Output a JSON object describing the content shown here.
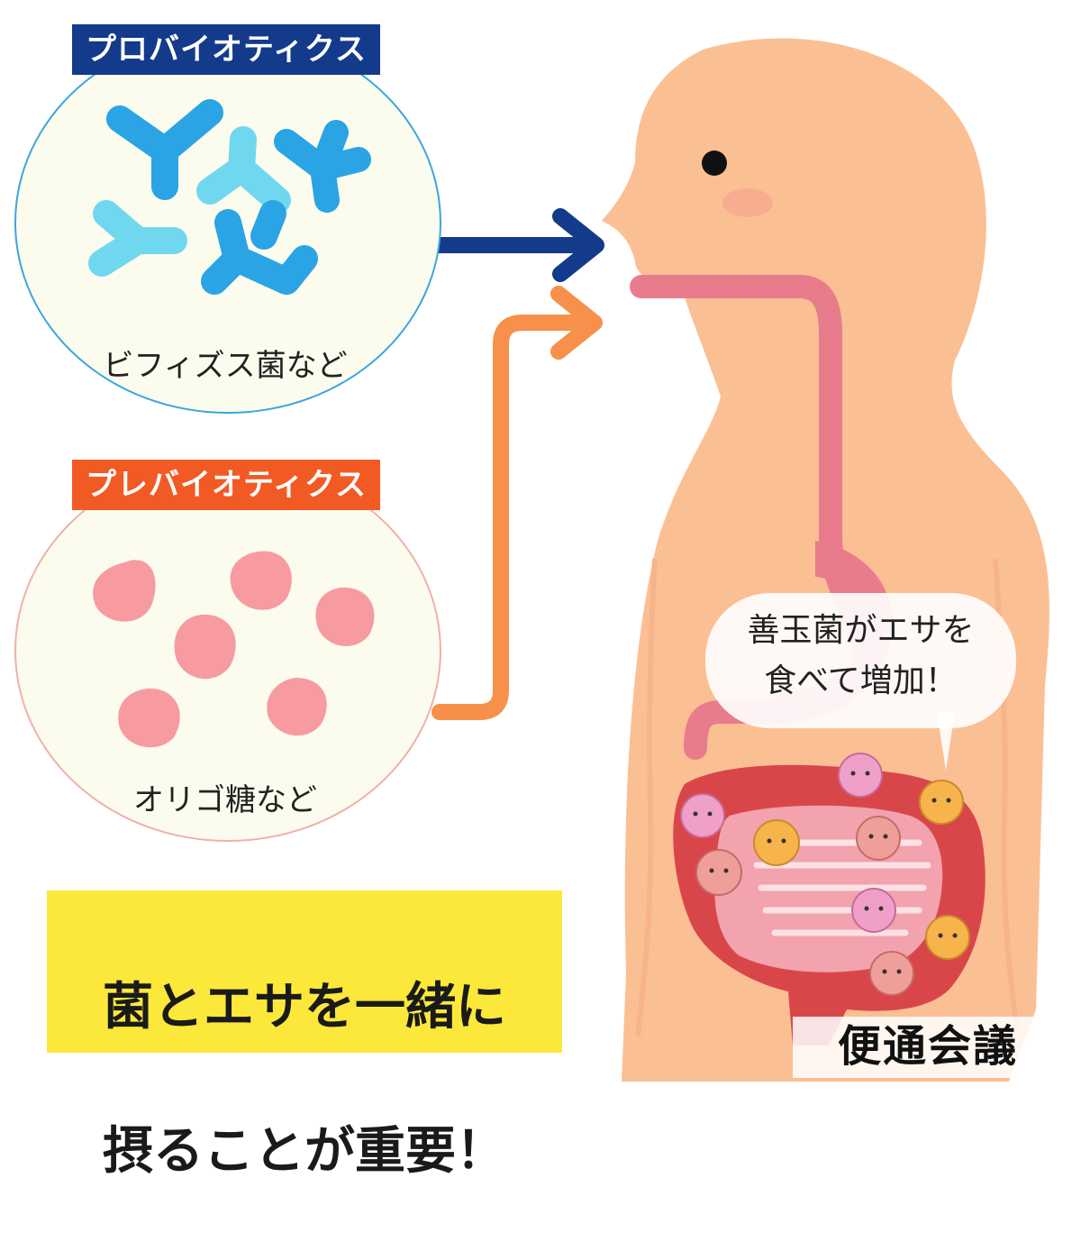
{
  "probiotics": {
    "tag": "プロバイオティクス",
    "caption": "ビフィズス菌など",
    "tag_color": "#143a8c",
    "border_color": "#3aa6df",
    "bacteria_colors": [
      "#2aa4e4",
      "#6fd8ee"
    ],
    "icon": "bifidobacteria-icon"
  },
  "prebiotics": {
    "tag": "プレバイオティクス",
    "caption": "オリゴ糖など",
    "tag_color": "#f25a24",
    "border_color": "#f0b0ac",
    "blob_color": "#f79ba1",
    "icon": "oligosaccharide-icon"
  },
  "arrows": {
    "probiotics_color": "#143a8c",
    "prebiotics_color": "#f7904a"
  },
  "speech_bubble": {
    "line1": "善玉菌がエサを",
    "line2": "食べて増加！"
  },
  "message": {
    "line1": "菌とエサを一緒に",
    "line2": "摂ることが重要！",
    "background": "#fce83a"
  },
  "brand": {
    "name": "便通会議"
  },
  "body_colors": {
    "skin": "#fbbf94",
    "digestive_tract": "#e87c8d",
    "intestine": "#d9464a"
  }
}
